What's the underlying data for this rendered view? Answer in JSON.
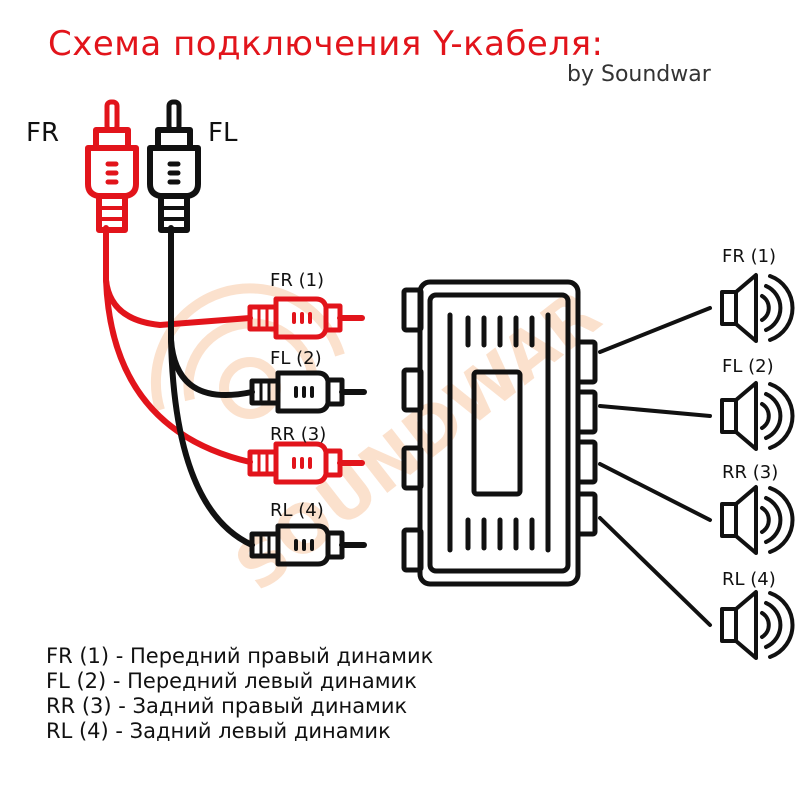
{
  "title": "Схема подключения Y-кабеля:",
  "byline": "by Soundwar",
  "watermark": "SOUNDWAR",
  "colors": {
    "red": "#e2141b",
    "black": "#111111",
    "watermark": "#f6c7a8"
  },
  "inputs": {
    "left": "FR",
    "right": "FL"
  },
  "connectors": [
    "FR (1)",
    "FL (2)",
    "RR (3)",
    "RL (4)"
  ],
  "speakers": [
    "FR (1)",
    "FL (2)",
    "RR (3)",
    "RL (4)"
  ],
  "legend": [
    "FR (1) - Передний правый динамик",
    "FL (2) - Передний левый динамик",
    "RR (3) - Задний правый динамик",
    "RL (4) - Задний левый динамик"
  ],
  "icons": [
    "rca-plug-icon",
    "amplifier-icon",
    "speaker-icon"
  ]
}
